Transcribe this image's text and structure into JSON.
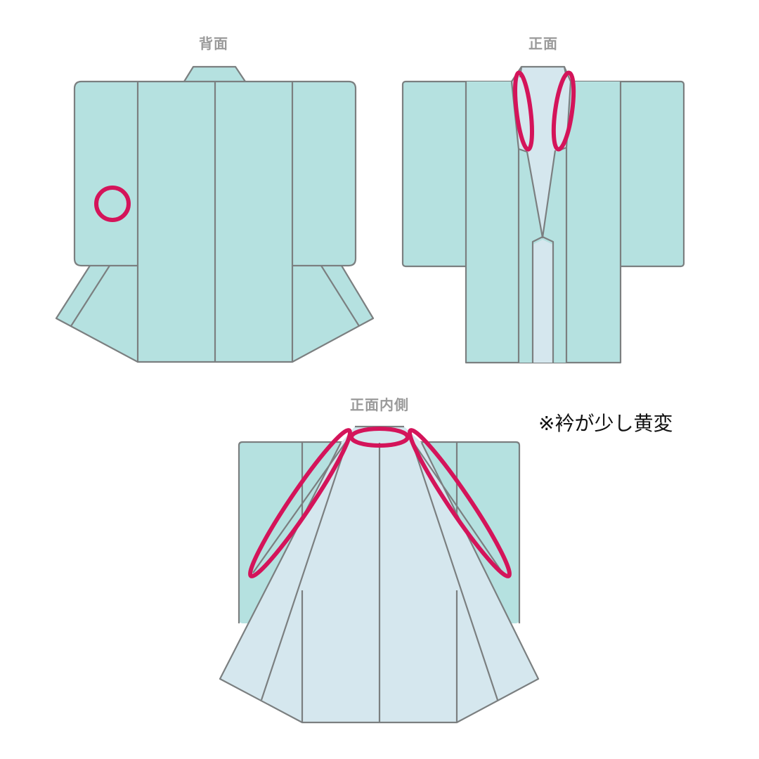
{
  "views": {
    "back": {
      "label": "背面"
    },
    "front": {
      "label": "正面"
    },
    "front_inside": {
      "label": "正面内側"
    }
  },
  "note": {
    "text": "※衿が少し黄変"
  },
  "colors": {
    "outer_fabric": "#b5e1e0",
    "lining": "#d5e7ee",
    "outline": "#7b7f80",
    "defect_marker": "#d4145a",
    "label_text": "#9a9a9a"
  },
  "markers": [
    {
      "view": "back",
      "shape": "circle",
      "location": "left sleeve"
    },
    {
      "view": "front",
      "shape": "ellipse",
      "location": "left collar"
    },
    {
      "view": "front",
      "shape": "ellipse",
      "location": "right collar"
    },
    {
      "view": "front_inside",
      "shape": "ellipse",
      "location": "collar back"
    },
    {
      "view": "front_inside",
      "shape": "ellipse",
      "location": "left collar inner"
    },
    {
      "view": "front_inside",
      "shape": "ellipse",
      "location": "right collar inner"
    }
  ]
}
